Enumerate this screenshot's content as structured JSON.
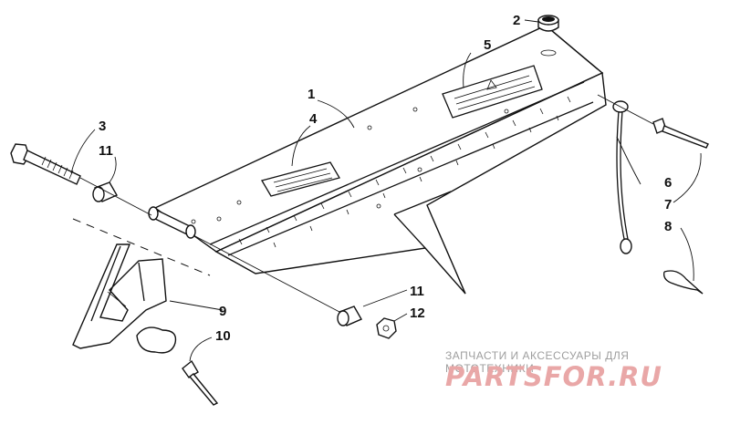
{
  "callouts": {
    "c1": "1",
    "c2": "2",
    "c3": "3",
    "c4": "4",
    "c5": "5",
    "c6": "6",
    "c7": "7",
    "c8": "8",
    "c9": "9",
    "c10": "10",
    "c11a": "11",
    "c11b": "11",
    "c12": "12"
  },
  "watermark": {
    "caption": "ЗАПЧАСТИ И АКСЕССУАРЫ ДЛЯ МОТОТЕХНИКИ",
    "logo": "PARTSFOR.RU"
  }
}
